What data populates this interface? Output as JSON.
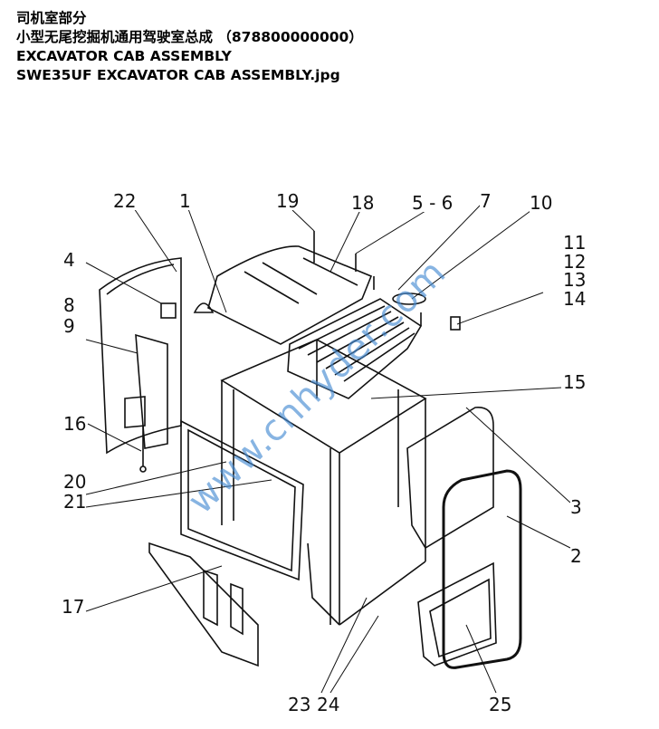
{
  "header": {
    "line1": "司机室部分",
    "line2": "小型无尾挖掘机通用驾驶室总成 （878800000000）",
    "line3": "EXCAVATOR CAB ASSEMBLY",
    "line4": "SWE35UF EXCAVATOR CAB ASSEMBLY.jpg"
  },
  "watermark": "www.cnhyder.com",
  "callouts": {
    "c22": "22",
    "c1": "1",
    "c19": "19",
    "c18": "18",
    "c5_6": "5 - 6",
    "c7": "7",
    "c10": "10",
    "c11": "11",
    "c12": "12",
    "c13": "13",
    "c14": "14",
    "c4": "4",
    "c8": "8",
    "c9": "9",
    "c15": "15",
    "c16": "16",
    "c20": "20",
    "c21": "21",
    "c3": "3",
    "c2": "2",
    "c17": "17",
    "c23": "23",
    "c24": "24",
    "c25": "25"
  }
}
